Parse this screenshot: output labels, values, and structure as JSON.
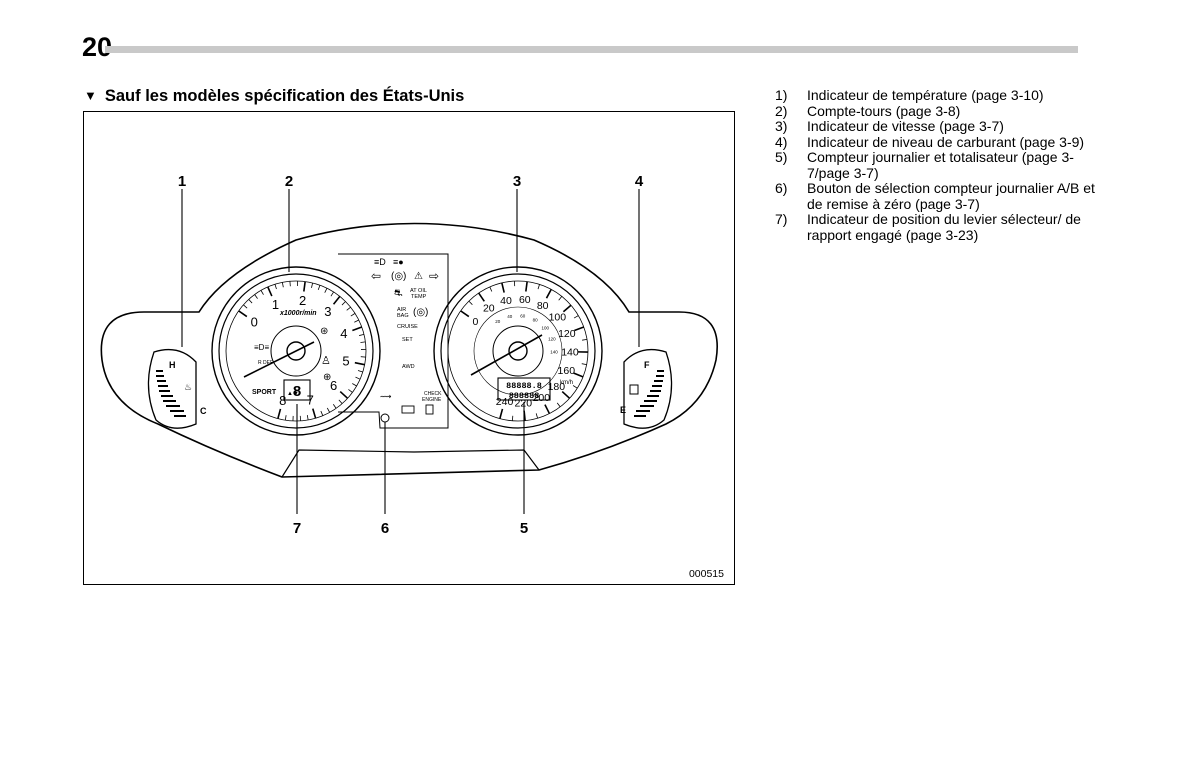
{
  "page": {
    "number": "20"
  },
  "section": {
    "marker": "▼",
    "title": "Sauf les modèles spécification des États-Unis"
  },
  "figure": {
    "code": "000515",
    "callouts": [
      "1",
      "2",
      "3",
      "4",
      "6",
      "5",
      "7"
    ],
    "tachometer": {
      "ticks": [
        "0",
        "1",
        "2",
        "3",
        "4",
        "5",
        "6",
        "7",
        "8"
      ],
      "unit": "x1000r/min",
      "label_sport": "SPORT",
      "gear_display": "8",
      "label_rdef": "R DEF"
    },
    "speedometer": {
      "ticks": [
        "0",
        "20",
        "40",
        "60",
        "80",
        "100",
        "120",
        "140",
        "160",
        "180",
        "200",
        "220",
        "240"
      ],
      "inner_ticks": [
        "20",
        "40",
        "60",
        "80",
        "100",
        "120",
        "140"
      ],
      "unit": "km/h",
      "odometer_top": "88888.8",
      "odometer_bottom": "888888"
    },
    "temp_gauge": {
      "high": "H",
      "low": "C"
    },
    "fuel_gauge": {
      "full": "F",
      "empty": "E"
    },
    "center_labels": {
      "at_oil_temp": [
        "AT OIL",
        "TEMP"
      ],
      "air_bag": [
        "AIR",
        "BAG"
      ],
      "cruise": "CRUISE",
      "set": "SET",
      "awd": "AWD",
      "check_engine": [
        "CHECK",
        "ENGINE"
      ]
    }
  },
  "legend": [
    {
      "num": "1)",
      "text": "Indicateur de température (page 3-10)"
    },
    {
      "num": "2)",
      "text": "Compte-tours (page 3-8)"
    },
    {
      "num": "3)",
      "text": "Indicateur de vitesse (page 3-7)"
    },
    {
      "num": "4)",
      "text": "Indicateur de niveau de carburant (page 3-9)"
    },
    {
      "num": "5)",
      "text": "Compteur journalier et totalisateur (page 3-7/page 3-7)"
    },
    {
      "num": "6)",
      "text": "Bouton de sélection compteur journalier A/B et de remise à zéro (page 3-7)"
    },
    {
      "num": "7)",
      "text": "Indicateur de position du levier sélecteur/ de rapport engagé (page 3-23)"
    }
  ]
}
